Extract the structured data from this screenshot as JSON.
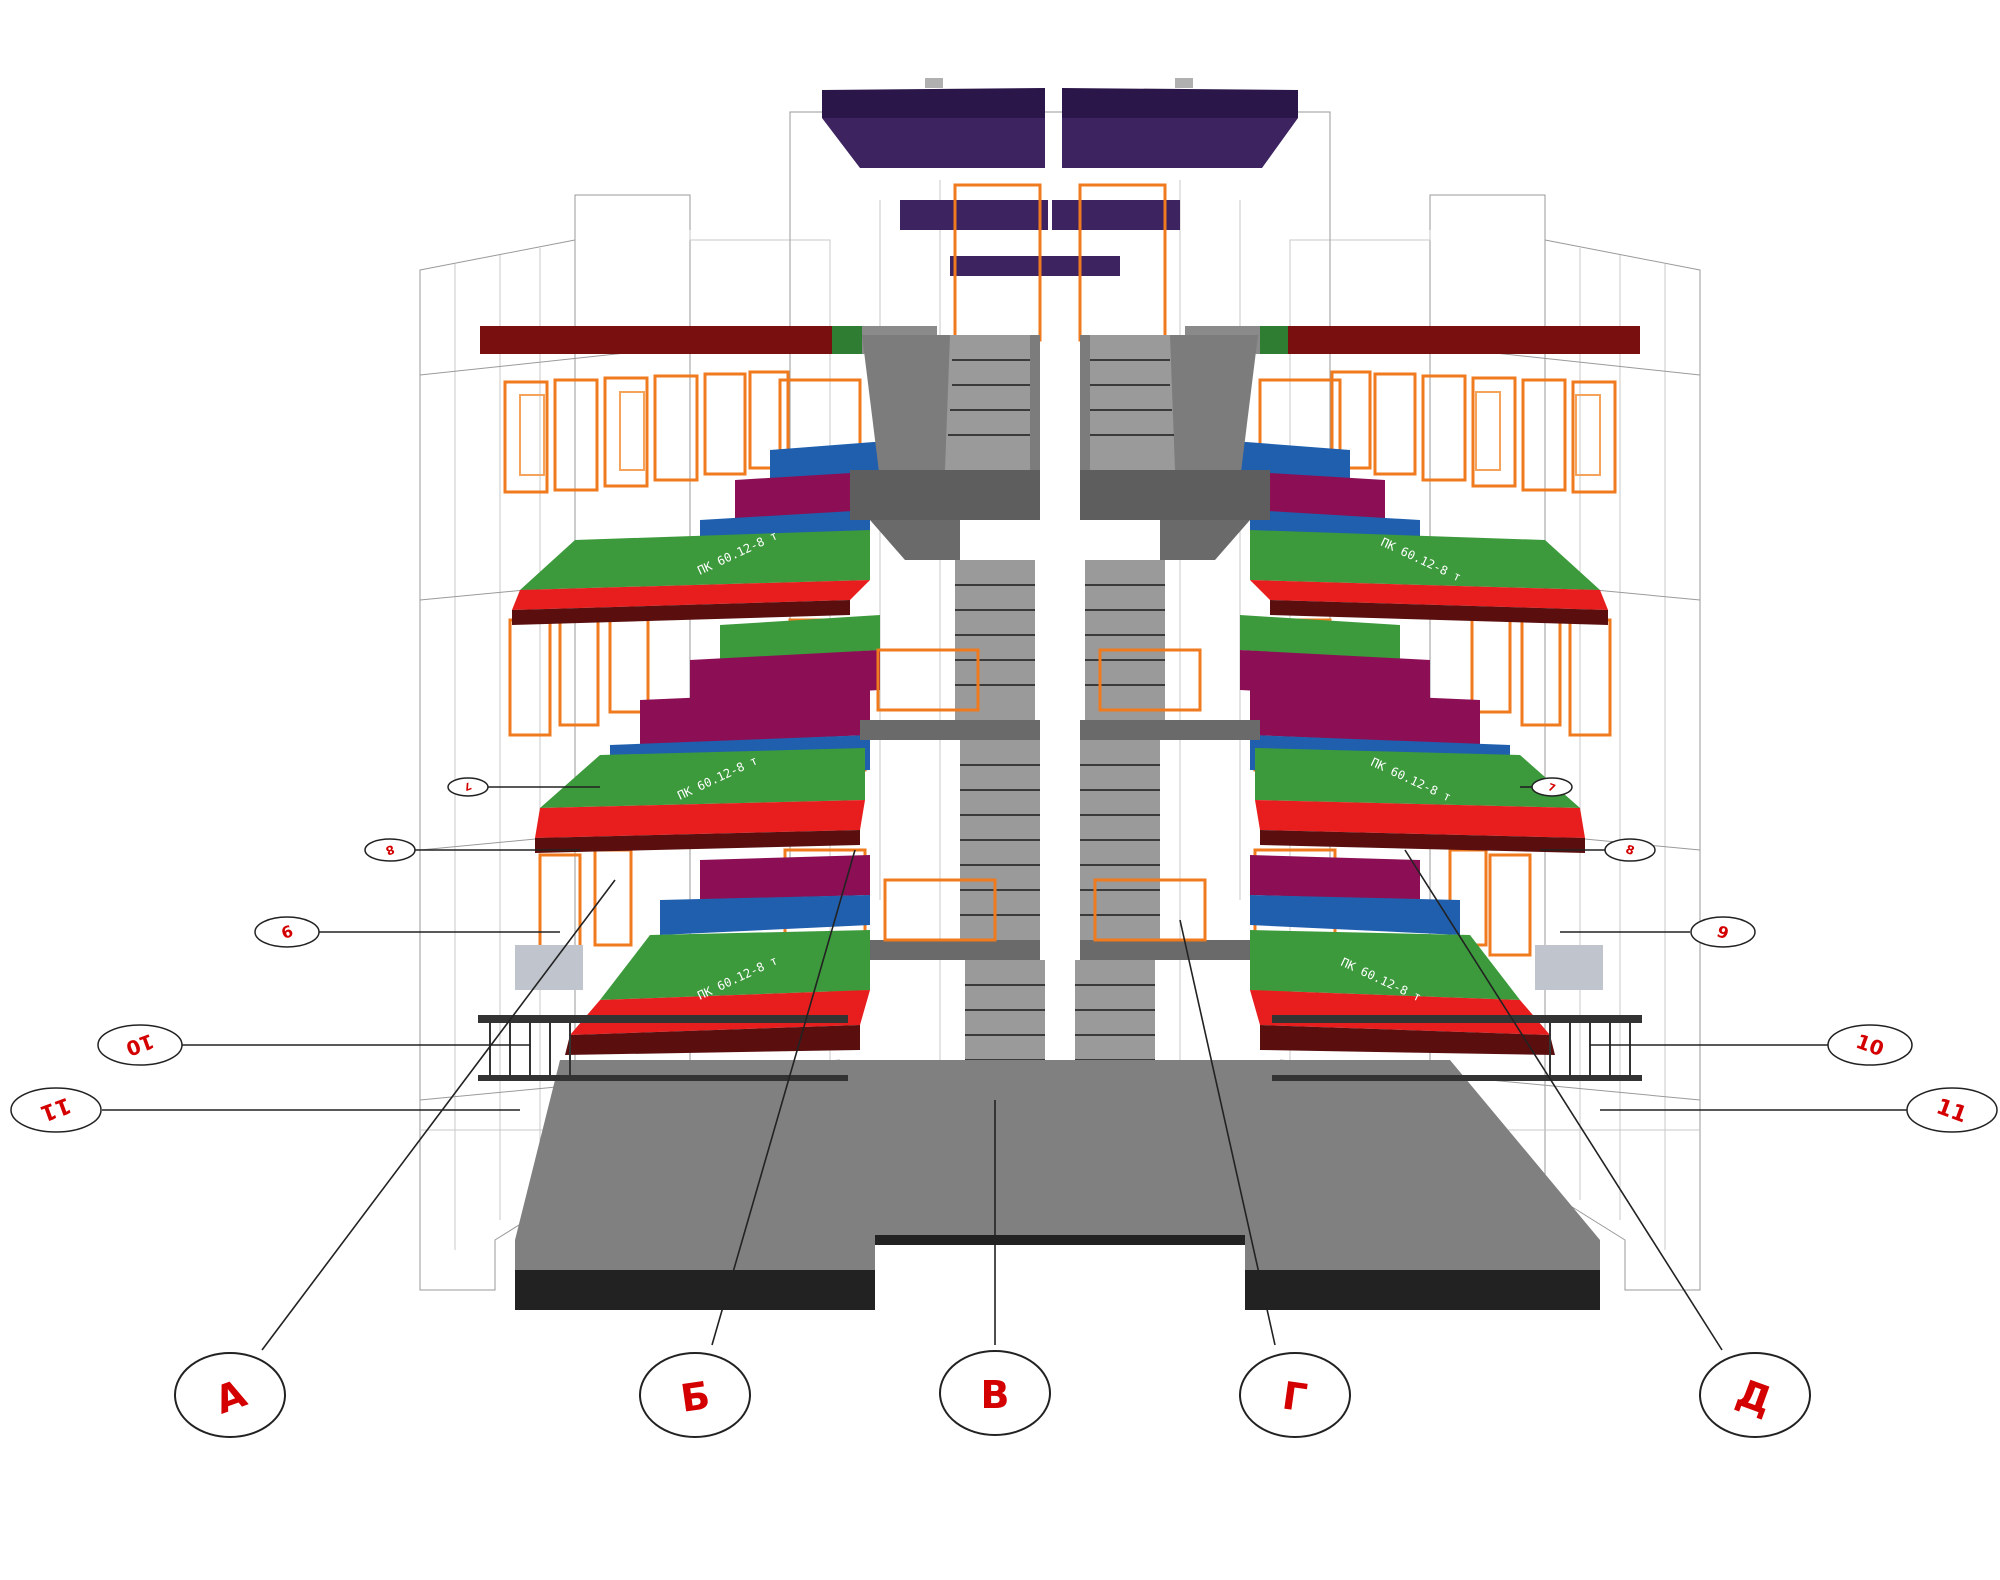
{
  "colors": {
    "slab_green": "#3c9a3c",
    "slab_red": "#e81e1e",
    "slab_blue": "#1f5fae",
    "slab_magenta": "#8c0f55",
    "roof_purple": "#3d2360",
    "beam_darkred": "#7a0f0f",
    "concrete_grey": "#808080",
    "frame_orange": "#f07a1e",
    "bubble_text": "#d40000"
  },
  "axes": {
    "letters": [
      {
        "label": "А"
      },
      {
        "label": "Б"
      },
      {
        "label": "В"
      },
      {
        "label": "Г"
      },
      {
        "label": "Д"
      }
    ],
    "numbers_left": [
      {
        "label": "7"
      },
      {
        "label": "8"
      },
      {
        "label": "9"
      },
      {
        "label": "10"
      },
      {
        "label": "11"
      }
    ],
    "numbers_right": [
      {
        "label": "7"
      },
      {
        "label": "8"
      },
      {
        "label": "9"
      },
      {
        "label": "10"
      },
      {
        "label": "11"
      }
    ]
  }
}
